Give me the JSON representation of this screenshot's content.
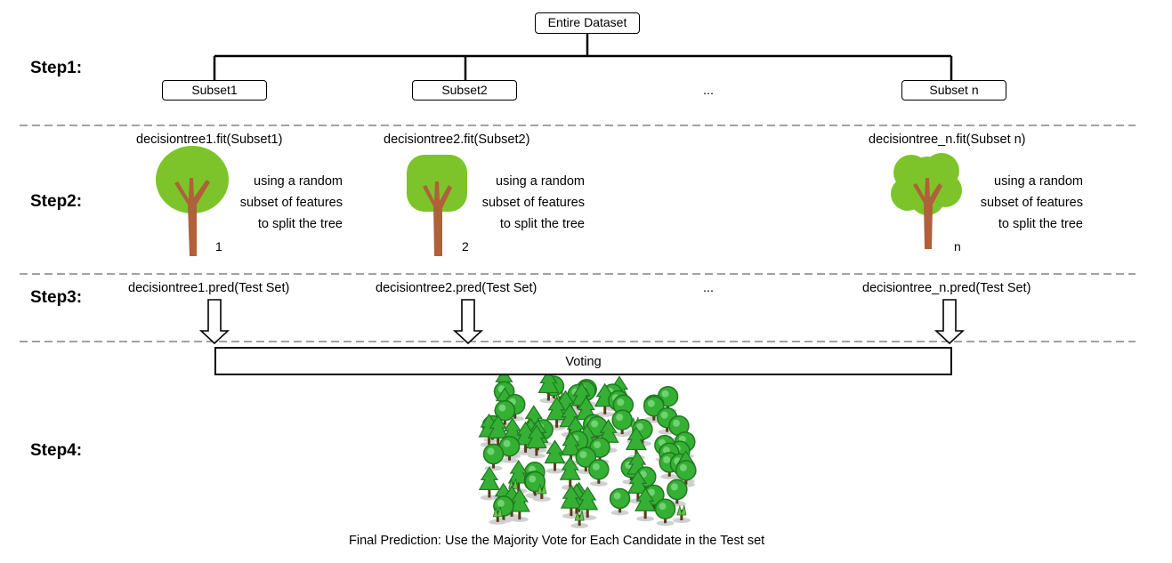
{
  "steps": {
    "s1": "Step1:",
    "s2": "Step2:",
    "s3": "Step3:",
    "s4": "Step4:"
  },
  "root": "Entire Dataset",
  "subsets": [
    "Subset1",
    "Subset2",
    "Subset n"
  ],
  "ellipsis": "...",
  "fit_labels": [
    "decisiontree1.fit(Subset1)",
    "decisiontree2.fit(Subset2)",
    "decisiontree_n.fit(Subset n)"
  ],
  "feature_note": [
    "using a random",
    "subset of features",
    "to split the tree"
  ],
  "tree_numbers": [
    "1",
    "2",
    "n"
  ],
  "pred_labels": [
    "decisiontree1.pred(Test Set)",
    "decisiontree2.pred(Test Set)",
    "decisiontree_n.pred(Test Set)"
  ],
  "voting": "Voting",
  "final": "Final Prediction: Use the Majority Vote for Each Candidate in the Test set",
  "colors": {
    "foliage": "#7dc42a",
    "trunk": "#b0603a",
    "forest_dark": "#1f7a1f",
    "forest_light": "#35b035"
  }
}
